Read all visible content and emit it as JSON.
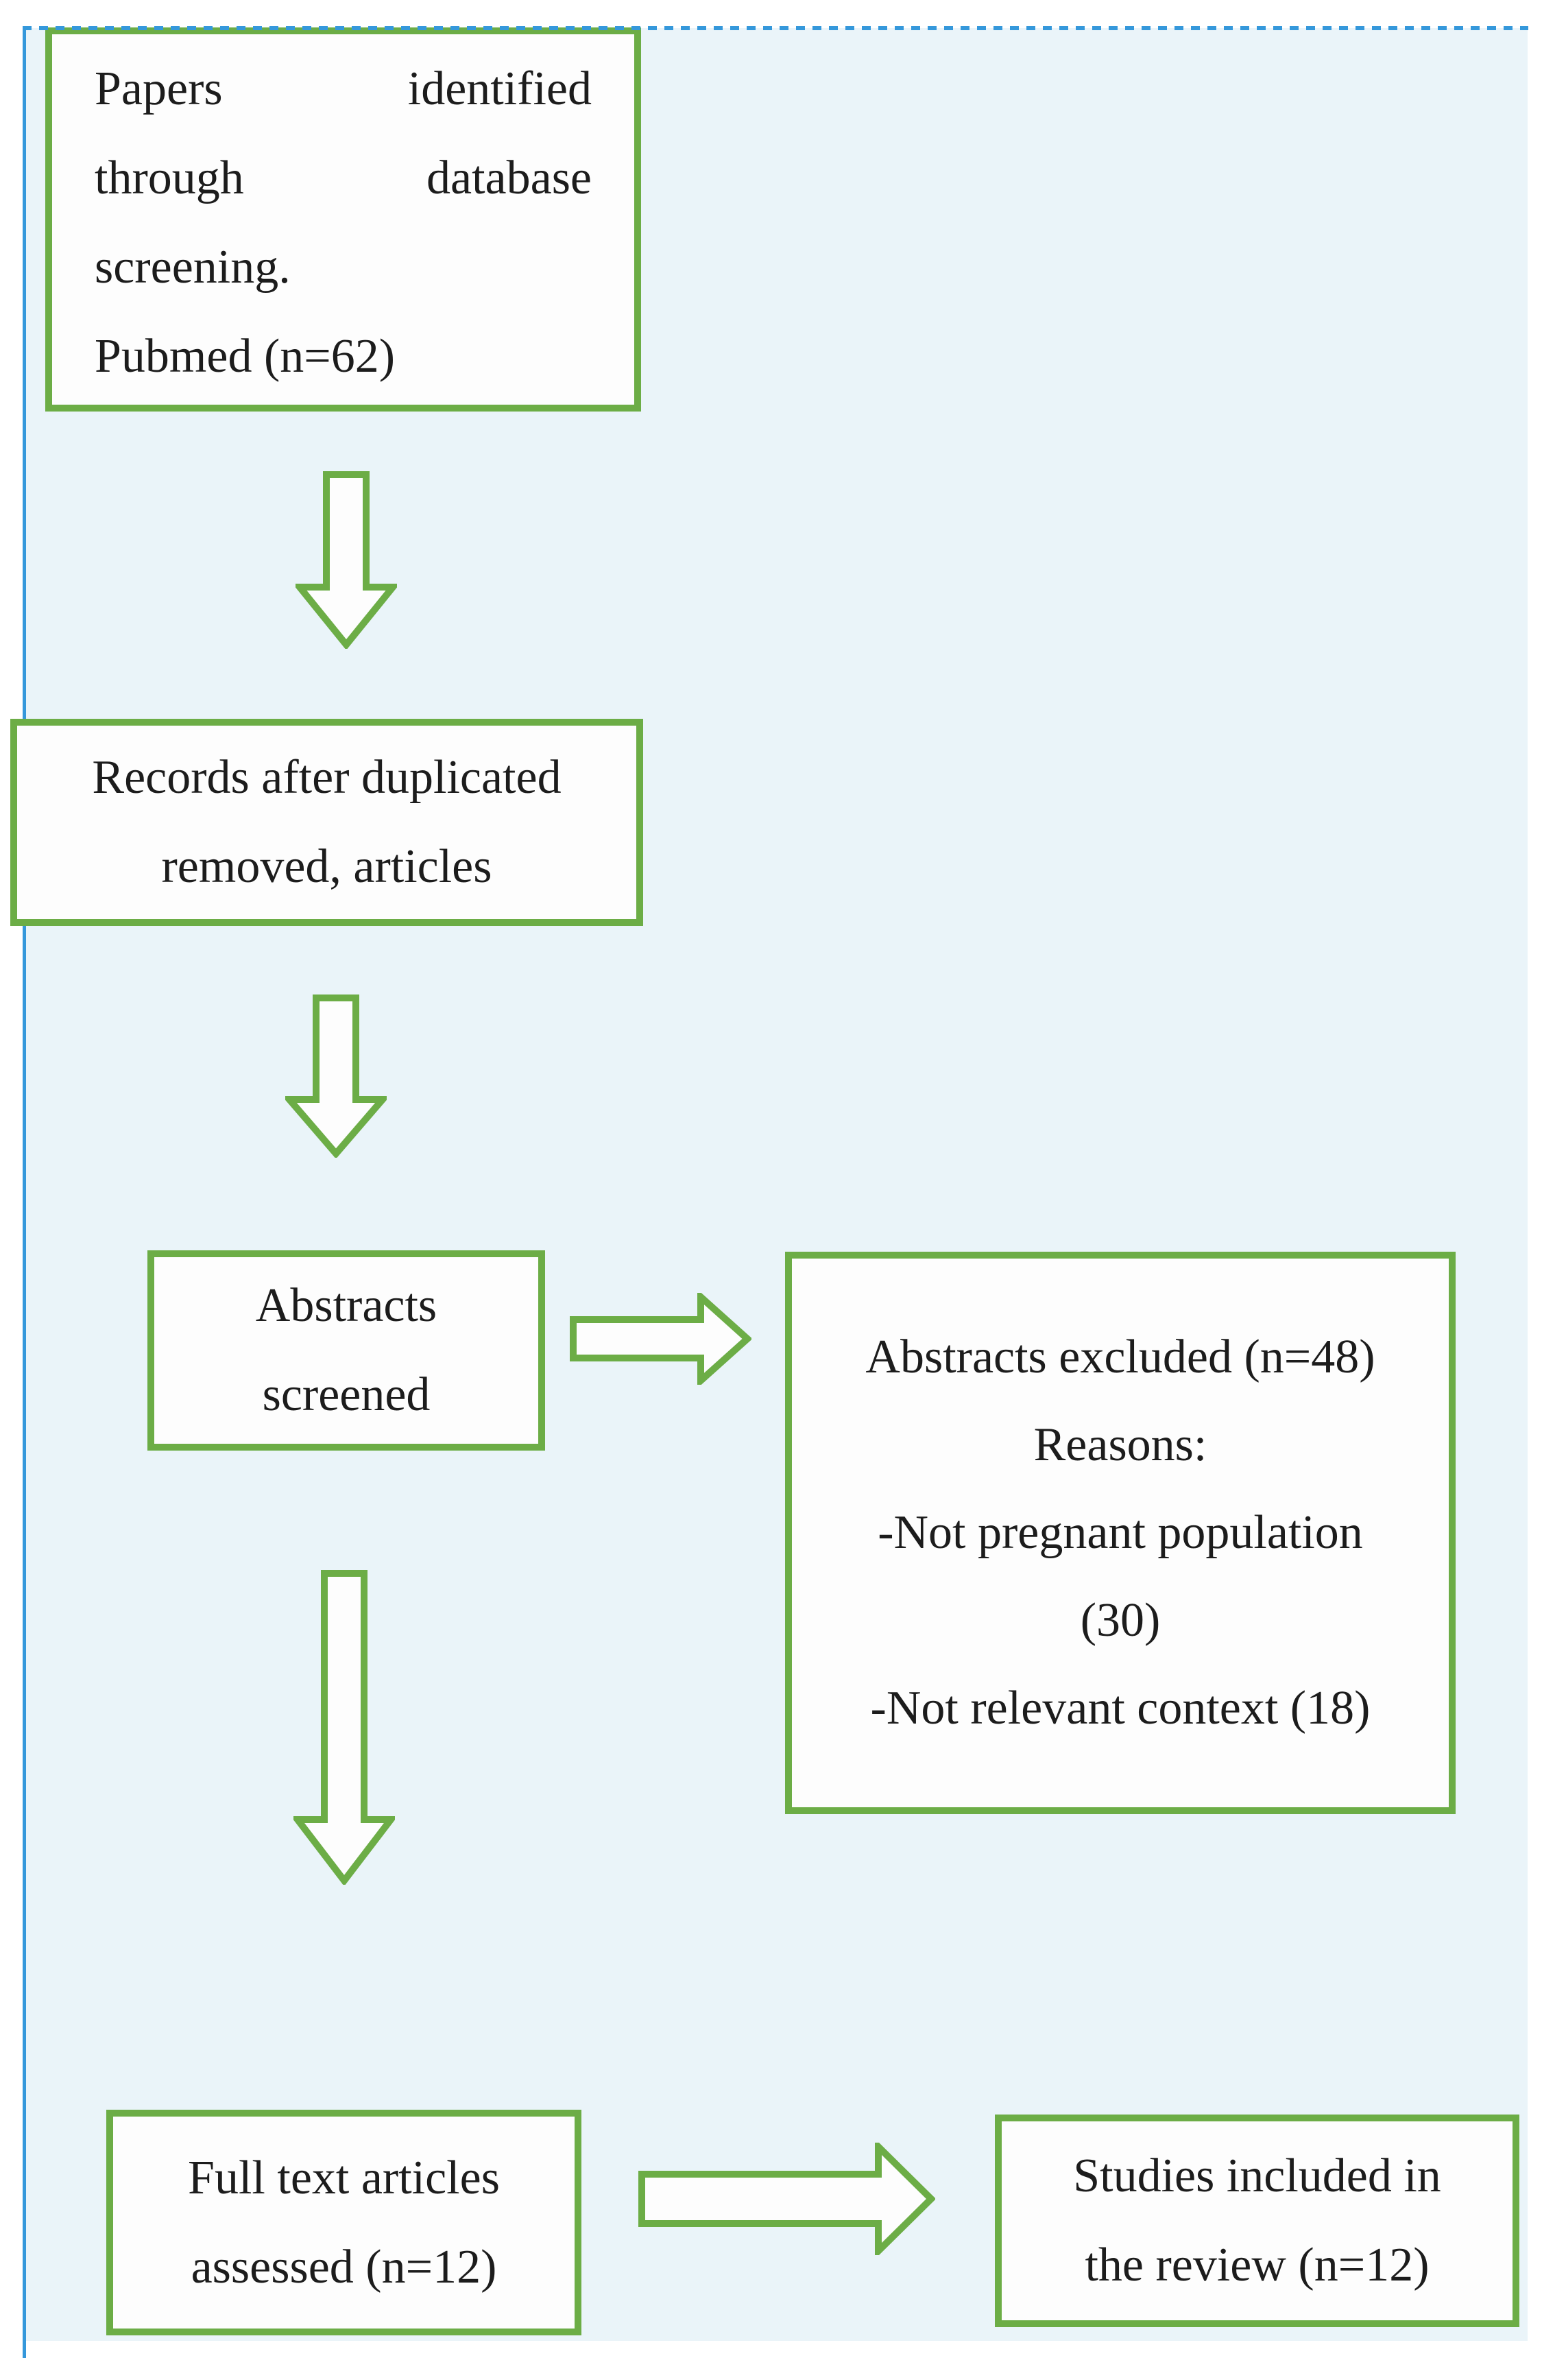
{
  "theme": {
    "page_background": "#ffffff",
    "panel_background": "#eaf4f9",
    "box_background": "#fdfdfd",
    "accent_green": "#6cad46",
    "accent_blue": "#3598db",
    "text_color": "#1c1c1c"
  },
  "diagram": {
    "box_identification": {
      "row1_left": "Papers",
      "row1_right": "identified",
      "row2_left": "through",
      "row2_right": "database",
      "row3": "screening.",
      "row4": "Pubmed (n=62)"
    },
    "box_deduplicated": {
      "row1": "Records after duplicated",
      "row2": "removed, articles"
    },
    "box_screened": {
      "row1": "Abstracts",
      "row2": "screened"
    },
    "box_excluded": {
      "row1": "Abstracts excluded (n=48)",
      "row2": "Reasons:",
      "row3": "-Not pregnant population",
      "row4": "(30)",
      "row5": "-Not relevant context (18)"
    },
    "box_fulltext": {
      "row1": "Full text articles",
      "row2": "assessed (n=12)"
    },
    "box_included": {
      "row1": "Studies included in",
      "row2": "the review (n=12)"
    }
  }
}
